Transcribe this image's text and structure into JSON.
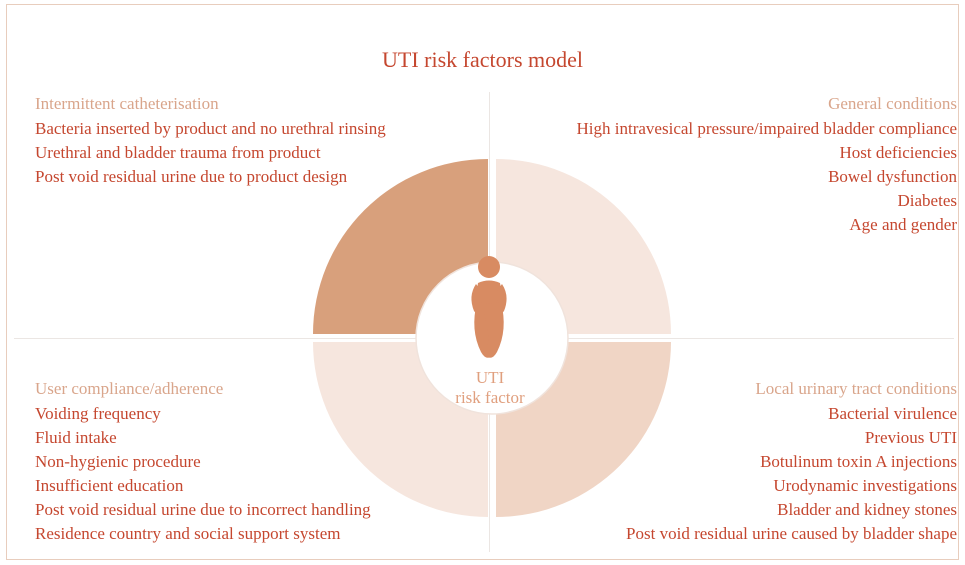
{
  "title": "UTI risk factors model",
  "center": {
    "line1": "UTI",
    "line2": "risk factor",
    "icon": "person-crossed-legs-icon"
  },
  "colors": {
    "title": "#c5472f",
    "item_text": "#c5472f",
    "heading_text": "#d9a58b",
    "quadrant_dark": "#d8a07c",
    "quadrant_mid": "#f0d5c5",
    "quadrant_light": "#f6e6de",
    "icon": "#d88b62"
  },
  "quadrants": {
    "top_left": {
      "heading": "Intermittent catheterisation",
      "items": [
        "Bacteria inserted by product and no urethral rinsing",
        "Urethral and bladder trauma from product",
        "Post void residual urine due to product design"
      ]
    },
    "top_right": {
      "heading": "General conditions",
      "items": [
        "High intravesical pressure/impaired bladder compliance",
        "Host deficiencies",
        "Bowel dysfunction",
        "Diabetes",
        "Age and gender"
      ]
    },
    "bottom_left": {
      "heading": "User compliance/adherence",
      "items": [
        "Voiding frequency",
        "Fluid intake",
        "Non-hygienic procedure",
        "Insufficient education",
        "Post void residual urine due to incorrect handling",
        "Residence country and social support system"
      ]
    },
    "bottom_right": {
      "heading": "Local urinary tract conditions",
      "items": [
        "Bacterial virulence",
        "Previous UTI",
        "Botulinum toxin A injections",
        "Urodynamic investigations",
        "Bladder and kidney stones",
        "Post void residual urine caused by bladder shape"
      ]
    }
  }
}
